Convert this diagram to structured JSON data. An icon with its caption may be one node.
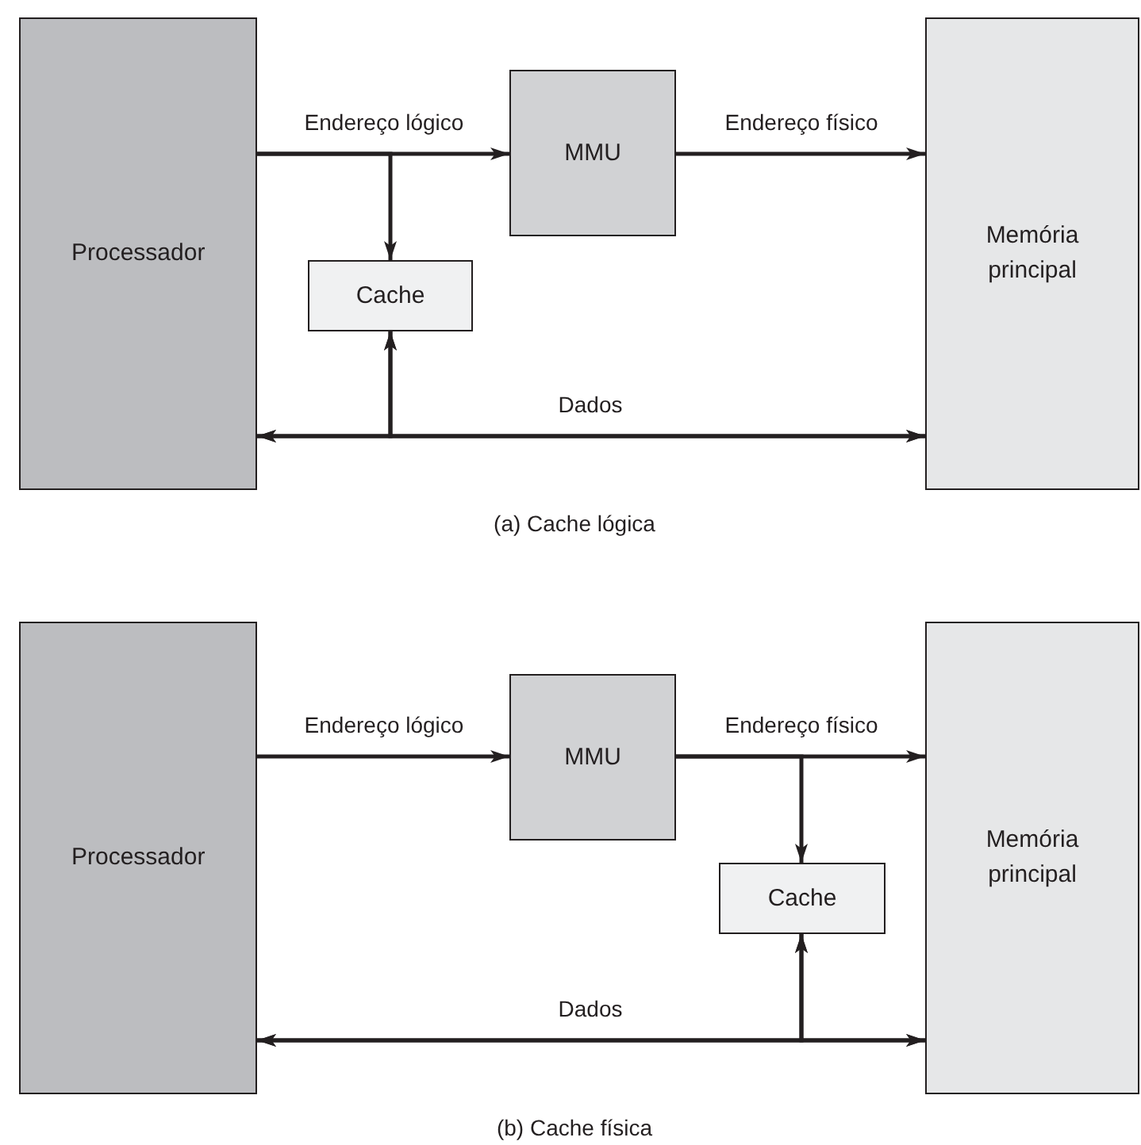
{
  "diagram": {
    "nodes": [
      {
        "text": [
          "Processador"
        ]
      },
      {
        "text": [
          "MMU"
        ]
      },
      {
        "text": [
          "Cache"
        ]
      },
      {
        "text": [
          "Memória principal"
        ]
      },
      {
        "text": [
          "Processador"
        ]
      },
      {
        "text": [
          "MMU"
        ]
      },
      {
        "text": [
          "Cache"
        ]
      },
      {
        "text": [
          "Memória principal"
        ]
      }
    ],
    "edges": [
      {
        "from": 0,
        "to": 1,
        "arrow": "to",
        "label": "Endereço lógico"
      },
      {
        "from": 1,
        "to": 3,
        "arrow": "to",
        "label": "Endereço físico"
      },
      {
        "from": 0,
        "to": 2,
        "arrow": "to"
      },
      {
        "from": 0,
        "to": 3,
        "arrow": "both",
        "label": "Dados"
      },
      {
        "from": 2,
        "to": 0,
        "arrow": "both"
      },
      {
        "from": 2,
        "to": 3,
        "arrow": "both"
      },
      {
        "from": 4,
        "to": 5,
        "arrow": "to",
        "label": "Endereço lógico"
      },
      {
        "from": 5,
        "to": 7,
        "arrow": "to",
        "label": "Endereço físico"
      },
      {
        "from": 5,
        "to": 6,
        "arrow": "to"
      },
      {
        "from": 4,
        "to": 7,
        "arrow": "both",
        "label": "Dados"
      },
      {
        "from": 6,
        "to": 4,
        "arrow": "both"
      },
      {
        "from": 6,
        "to": 7,
        "arrow": "both"
      }
    ],
    "labels": [
      "(a) Cache lógica",
      "(b) Cache física"
    ]
  }
}
